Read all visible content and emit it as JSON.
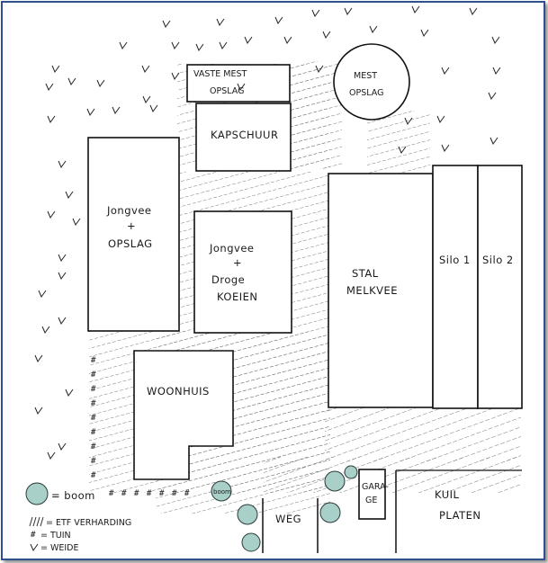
{
  "buildings": {
    "vaste_mest_opslag": [
      "VASTE MEST",
      "OPSLAG"
    ],
    "mest_opslag": [
      "MEST",
      "OPSLAG"
    ],
    "kapschuur": "KAPSCHUUR",
    "jongvee_opslag": [
      "Jongvee",
      "+",
      "OPSLAG"
    ],
    "jongvee_droge_koeien": [
      "Jongvee",
      "+",
      "Droge",
      "KOEIEN"
    ],
    "stal_melkvee": [
      "STAL",
      "MELKVEE"
    ],
    "silo1": "Silo 1",
    "silo2": "Silo 2",
    "woonhuis": "WOONHUIS",
    "garage": [
      "GARA-",
      "GE"
    ],
    "weg": "WEG",
    "kuil_platen": [
      "KUIL",
      "PLATEN"
    ],
    "boom_tree": "boom"
  },
  "legend": {
    "boom": "= boom",
    "etf": "= ETF VERHARDING",
    "tuin": "= TUIN",
    "weide": "= WEIDE"
  },
  "colors": {
    "border": "#2f4f8f",
    "bush": "#a9cfc9",
    "ink": "#111111"
  }
}
